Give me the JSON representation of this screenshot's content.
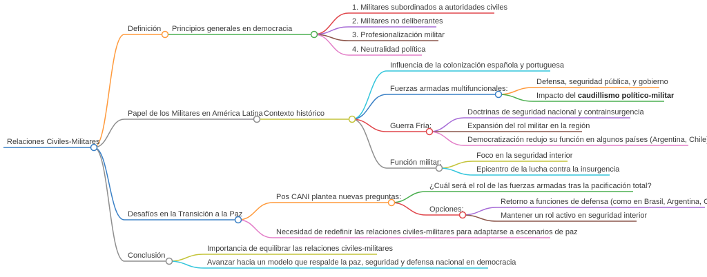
{
  "mindmap": {
    "root": "Relaciones Civiles-Militares",
    "definicion": {
      "label": "Definición",
      "principios": {
        "label": "Principios generales en democracia",
        "items": [
          "1. Militares subordinados a autoridades civiles",
          "2. Militares no deliberantes",
          "3. Profesionalización militar",
          "4. Neutralidad política"
        ]
      }
    },
    "papel": {
      "label": "Papel de los Militares en América Latina",
      "contexto": {
        "label": "Contexto histórico",
        "influencia": "Influencia de la colonización española y portuguesa",
        "fuerzas": {
          "label": "Fuerzas armadas multifuncionales:",
          "items": [
            "Defensa, seguridad pública, y gobierno"
          ],
          "impacto_prefix": "Impacto del ",
          "impacto_bold": "caudillismo político-militar"
        },
        "guerra_fria": {
          "label": "Guerra Fría:",
          "items": [
            "Doctrinas de seguridad nacional y contrainsurgencia",
            "Expansión del rol militar en la región",
            "Democratización redujo su función en algunos países (Argentina, Chile)"
          ]
        },
        "funcion": {
          "label": "Función militar:",
          "items": [
            "Foco en la seguridad interior",
            "Epicentro de la lucha contra la insurgencia"
          ]
        }
      }
    },
    "desafios": {
      "label": "Desafíos en la Transición a la Paz",
      "pos_cani": {
        "label": "Pos CANI plantea nuevas preguntas:",
        "pregunta": "¿Cuál será el rol de las fuerzas armadas tras la pacificación total?",
        "opciones": {
          "label": "Opciones:",
          "items": [
            "Retorno a funciones de defensa (como en Brasil, Argentina, Chile)",
            "Mantener un rol activo en seguridad interior"
          ]
        }
      },
      "necesidad": "Necesidad de redefinir las relaciones civiles-militares para adaptarse a escenarios de paz"
    },
    "conclusion": {
      "label": "Conclusión",
      "items": [
        "Importancia de equilibrar las relaciones civiles-militares",
        "Avanzar hacia un modelo que respalde la paz, seguridad y defensa nacional en democracia"
      ]
    }
  },
  "colors": {
    "blue": "#3a80c6",
    "orange": "#ff9a3c",
    "green": "#4caf50",
    "red": "#e0474c",
    "purple": "#a66bd6",
    "brown": "#8c564b",
    "pink": "#e37fc8",
    "gray": "#8f8f8f",
    "olive": "#c4c43a",
    "cyan": "#35c6dc"
  }
}
